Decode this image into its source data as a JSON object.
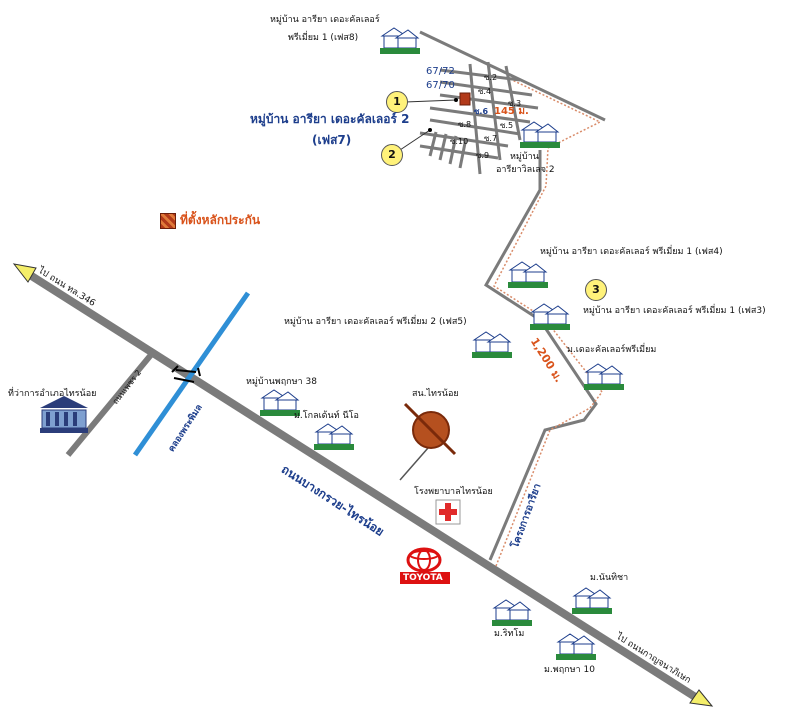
{
  "colors": {
    "main_road": "#7b7b7b",
    "canal": "#2f8fd6",
    "dotted_route": "#d98c6a",
    "accent_red": "#d9531b",
    "label_blue": "#1d3e8c"
  },
  "legend": {
    "label": "ที่ตั้งหลักประกัน",
    "icon": "hatched-square-icon"
  },
  "roads": {
    "main_name": "ถนนบางกรวย-ไทรน้อย",
    "top_left_arrow": "ไป ถนน ทล.346",
    "bottom_right_arrow": "ไป ถนนกาญจนาภิเษก",
    "side_road": "ถนนเพชร 2",
    "canal": "คลองพระพิมล",
    "project_road": "โครงการอารียา"
  },
  "distances": {
    "long": "1,200 ม.",
    "short": "145 ม."
  },
  "sois": [
    "ซ.2",
    "ซ.3",
    "ซ.4",
    "ซ.5",
    "ซ.6",
    "ซ.7",
    "ซ.8",
    "ซ.9",
    "ซ.10"
  ],
  "plots": [
    "67/72",
    "67/70"
  ],
  "markers": [
    "1",
    "2",
    "3"
  ],
  "villages": {
    "phase8_line1": "หมู่บ้าน อารียา เดอะคัลเลอร์",
    "phase8_line2": "พรีเมี่ยม 1 (เฟส8)",
    "phase7_line1": "หมู่บ้าน อารียา เดอะคัลเลอร์ 2",
    "phase7_line2": "(เฟส7)",
    "ariya_village_line1": "หมู่บ้าน",
    "ariya_village_line2": "อารียาวิลเลจ 2",
    "phase4": "หมู่บ้าน อารียา เดอะคัลเลอร์ พรีเมี่ยม 1 (เฟส4)",
    "phase3": "หมู่บ้าน อารียา เดอะคัลเลอร์ พรีเมี่ยม 1 (เฟส3)",
    "phase5": "หมู่บ้าน อารียา เดอะคัลเลอร์ พรีเมี่ยม 2 (เฟส5)",
    "the_color_premium": "ม.เดอะคัลเลอร์พรีเมี่ยม",
    "pruksa38": "หมู่บ้านพฤกษา 38",
    "golden_neo": "ม.โกลเด้นท์ นีโอ",
    "nanthisa": "ม.นันทิชา",
    "ritmo": "ม.ริทโม",
    "pruksa10": "ม.พฤกษา 10"
  },
  "places": {
    "district_office": "ที่ว่าการอำเภอไทรน้อย",
    "police": "สน.ไทรน้อย",
    "hospital": "โรงพยาบาลไทรน้อย",
    "toyota": "TOYOTA"
  }
}
